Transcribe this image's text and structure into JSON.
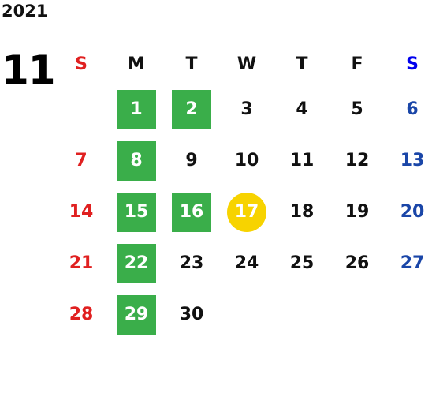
{
  "calendar": {
    "year": "2021",
    "month": "11",
    "weekdays": [
      "S",
      "M",
      "T",
      "W",
      "T",
      "F",
      "S"
    ],
    "weeks": [
      [
        "",
        "1",
        "2",
        "3",
        "4",
        "5",
        "6"
      ],
      [
        "7",
        "8",
        "9",
        "10",
        "11",
        "12",
        "13"
      ],
      [
        "14",
        "15",
        "16",
        "17",
        "18",
        "19",
        "20"
      ],
      [
        "21",
        "22",
        "23",
        "24",
        "25",
        "26",
        "27"
      ],
      [
        "28",
        "29",
        "30",
        "",
        "",
        "",
        ""
      ]
    ],
    "highlighted_days": [
      "1",
      "2",
      "8",
      "15",
      "16",
      "22",
      "29"
    ],
    "today": "17"
  },
  "colors": {
    "sunday": "#e02020",
    "saturday": "#1a46a8",
    "highlight": "#3aae4a",
    "today": "#f7d300"
  }
}
